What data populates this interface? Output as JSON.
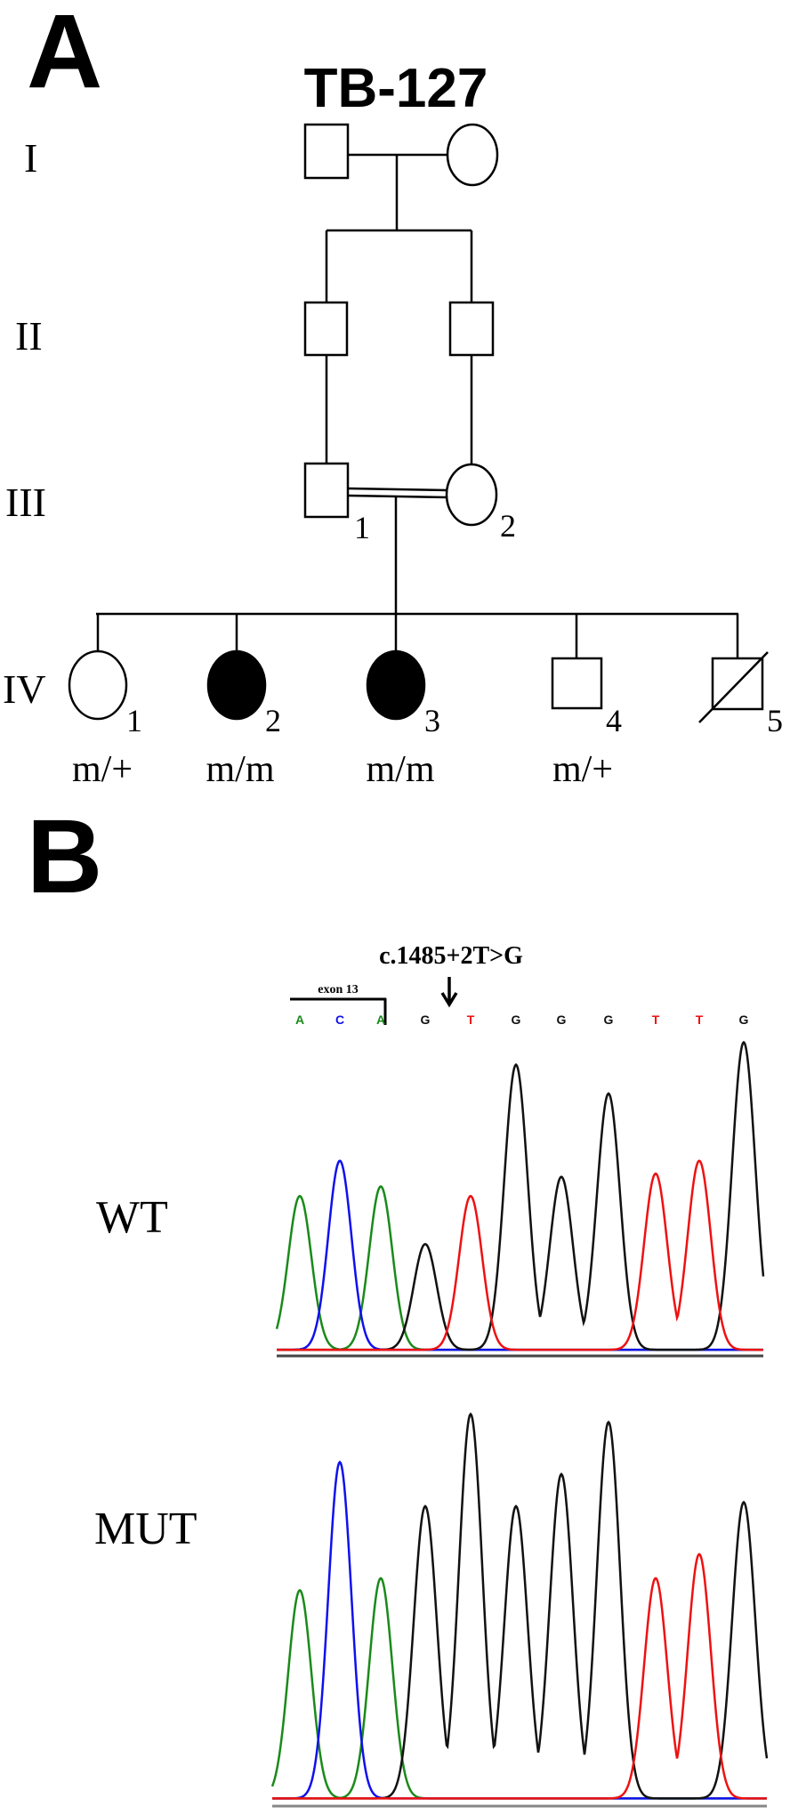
{
  "panel_a": {
    "label": "A",
    "family_id": "TB-127",
    "generations": [
      "I",
      "II",
      "III",
      "IV"
    ],
    "gen3_numbers": [
      "1",
      "2"
    ],
    "gen4": [
      {
        "number": "1",
        "sex": "female",
        "affected": false,
        "deceased": false,
        "genotype": "m/+"
      },
      {
        "number": "2",
        "sex": "female",
        "affected": true,
        "deceased": false,
        "genotype": "m/m"
      },
      {
        "number": "3",
        "sex": "female",
        "affected": true,
        "deceased": false,
        "genotype": "m/m"
      },
      {
        "number": "4",
        "sex": "male",
        "affected": false,
        "deceased": false,
        "genotype": "m/+"
      },
      {
        "number": "5",
        "sex": "male",
        "affected": false,
        "deceased": true,
        "genotype": ""
      }
    ]
  },
  "panel_b": {
    "label": "B",
    "mutation": "c.1485+2T>G",
    "exon_label": "exon 13",
    "bases": [
      "A",
      "C",
      "A",
      "G",
      "T",
      "G",
      "G",
      "G",
      "T",
      "T",
      "G"
    ],
    "base_colors": {
      "A": "#1a8a1a",
      "C": "#1010ee",
      "G": "#111111",
      "T": "#ee1111"
    },
    "wt_label": "WT",
    "mut_label": "MUT"
  },
  "chart_data": {
    "type": "line",
    "title": "Sanger sequencing chromatogram",
    "series": [
      {
        "name": "WT",
        "bases": [
          "A",
          "C",
          "A",
          "G",
          "T",
          "G",
          "G",
          "G",
          "T",
          "T",
          "G"
        ],
        "peak_intensity": [
          48,
          59,
          51,
          33,
          48,
          89,
          54,
          80,
          55,
          59,
          96
        ]
      },
      {
        "name": "MUT",
        "bases": [
          "A",
          "C",
          "A",
          "G",
          "G",
          "G",
          "G",
          "G",
          "T",
          "T",
          "G"
        ],
        "peak_intensity": [
          52,
          84,
          55,
          73,
          96,
          73,
          81,
          94,
          55,
          61,
          74
        ]
      }
    ]
  }
}
